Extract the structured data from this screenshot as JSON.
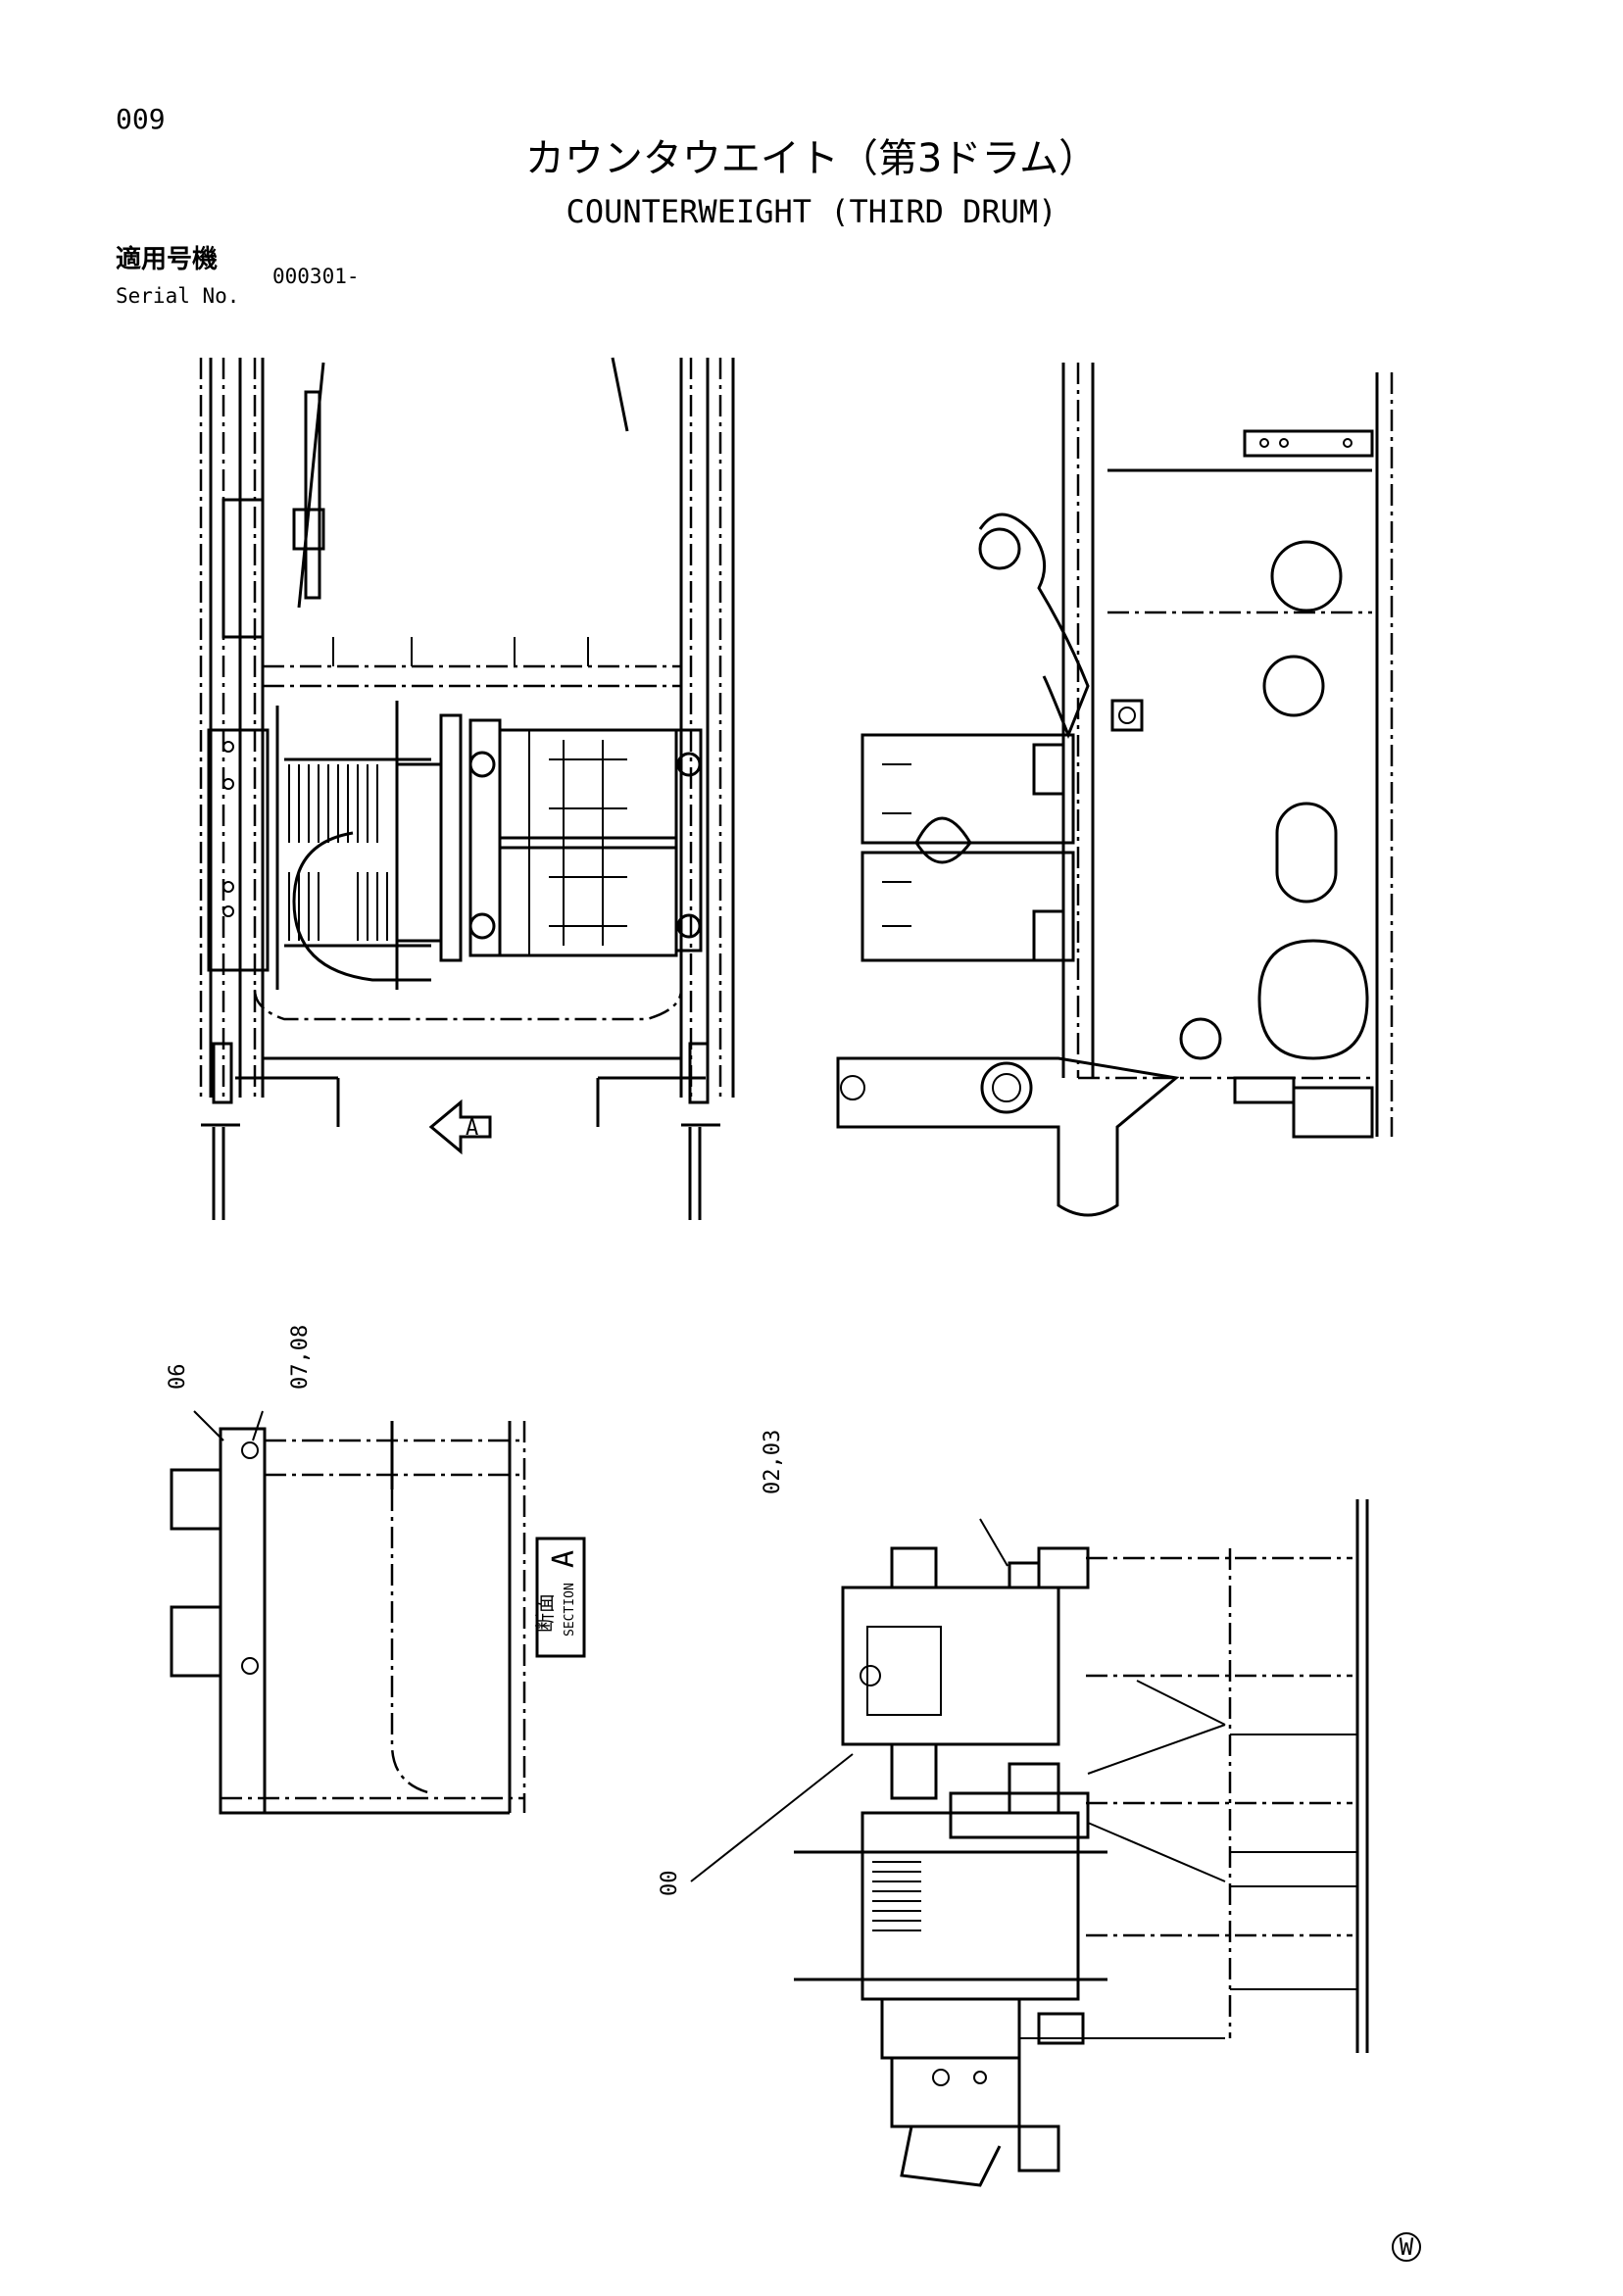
{
  "header": {
    "page_number": "009",
    "title_jp": "カウンタウエイト（第3ドラム）",
    "title_en": "COUNTERWEIGHT (THIRD DRUM)",
    "serial_label_jp": "適用号機",
    "serial_label_en": "Serial No.",
    "serial_value": "000301-"
  },
  "callouts": {
    "view_arrow": "A",
    "part_06": "06",
    "part_07_08": "07,08",
    "part_02_03": "02,03",
    "part_00": "00",
    "section_jp": "断面",
    "section_en": "SECTION",
    "section_letter": "A"
  },
  "footer": {
    "mark": "W"
  }
}
